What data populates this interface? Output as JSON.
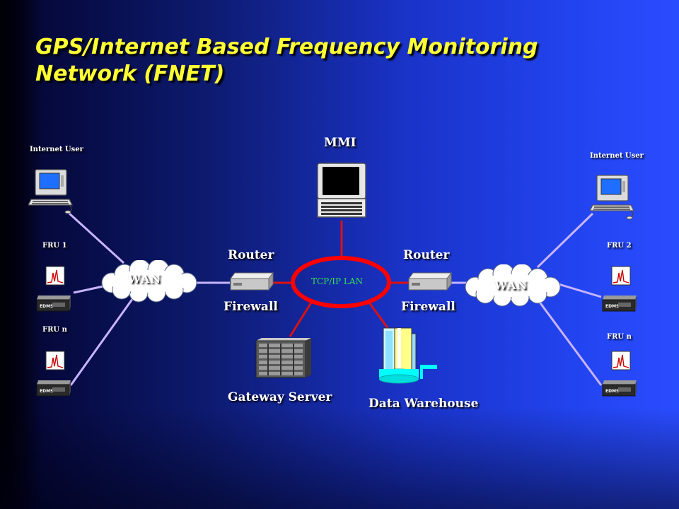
{
  "title": "GPS/Internet Based Frequency Monitoring Network (FNET)",
  "nodes": {
    "mmi": "MMI",
    "internet_user_left": "Internet User",
    "internet_user_right": "Internet User",
    "fru_1": "FRU 1",
    "fru_n_left": "FRU n",
    "fru_2": "FRU 2",
    "fru_n_right": "FRU n",
    "wan_left": "WAN",
    "wan_right": "WAN",
    "router_left": "Router",
    "router_right": "Router",
    "firewall_left": "Firewall",
    "firewall_right": "Firewall",
    "lan": "TCP/IP LAN",
    "gateway_server": "Gateway Server",
    "data_warehouse": "Data Warehouse"
  },
  "device_label": "EDMS",
  "colors": {
    "title": "#ffff33",
    "lan_ring": "#ff0000",
    "lan_text": "#33dd55",
    "wan_links": "#c8b4ff",
    "lan_links": "#dd1111"
  }
}
